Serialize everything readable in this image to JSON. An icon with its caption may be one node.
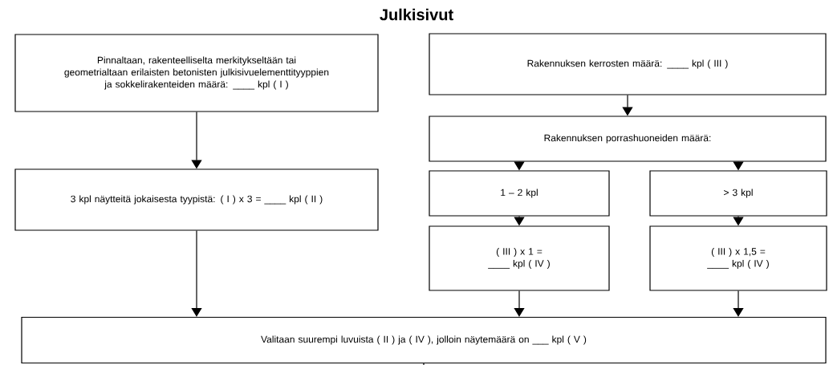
{
  "diagram": {
    "title": "Julkisivut",
    "nodes": [
      {
        "text": [
          "Pinnaltaan, rakenteelliselta merkitykseltään tai geometrialtaan erilaisten betonisten julkisivuelementtityyppien ja sokkelirakenteiden määrä: ____ kpl ( I )"
        ]
      },
      {
        "text": [
          "3 kpl näytteitä jokaisesta tyypistä: ( I ) x 3 = ____ kpl ( II )"
        ]
      },
      {
        "text": [
          "Rakennuksen kerrosten määrä: ____ kpl ( III )"
        ]
      },
      {
        "text": [
          "Rakennuksen porrashuoneiden määrä:"
        ]
      },
      {
        "text": [
          "1 – 2 kpl"
        ]
      },
      {
        "text": [
          "> 3 kpl"
        ]
      },
      {
        "text": [
          "( III ) x 1 = ____ kpl ( IV )"
        ]
      },
      {
        "text": [
          "( III ) x 1,5 = ____ kpl ( IV )"
        ]
      },
      {
        "text": [
          "Valitaan suurempi luvuista ( II ) ja ( IV ), jolloin näytemäärä on ___ kpl ( V )"
        ]
      }
    ],
    "edges": [
      {
        "from": 0,
        "to": 1,
        "arrow": "to"
      },
      {
        "from": 1,
        "to": 8,
        "arrow": "to"
      },
      {
        "from": 2,
        "to": 3,
        "arrow": "to"
      },
      {
        "from": 3,
        "to": 4,
        "arrow": "to"
      },
      {
        "from": 3,
        "to": 5,
        "arrow": "to"
      },
      {
        "from": 4,
        "to": 6,
        "arrow": "to"
      },
      {
        "from": 5,
        "to": 7,
        "arrow": "to"
      },
      {
        "from": 6,
        "to": 8,
        "arrow": "to"
      },
      {
        "from": 7,
        "to": 8,
        "arrow": "to"
      },
      {
        "from": 8,
        "to": null,
        "arrow": "none"
      }
    ]
  }
}
